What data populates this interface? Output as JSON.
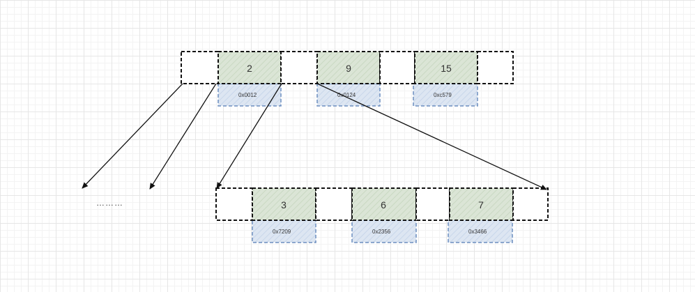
{
  "colors": {
    "key_fill": "#dbe5d6",
    "addr_fill": "#dde6f2",
    "addr_stroke": "#6c8ebf",
    "border": "#111111",
    "arrow": "#111111"
  },
  "root_node": {
    "keys": [
      "2",
      "9",
      "15"
    ],
    "addresses": [
      "0x0012",
      "0x0124",
      "0xc579"
    ]
  },
  "child_node": {
    "keys": [
      "3",
      "6",
      "7"
    ],
    "addresses": [
      "0x7209",
      "0x2356",
      "0x3466"
    ]
  },
  "ellipsis": "………"
}
